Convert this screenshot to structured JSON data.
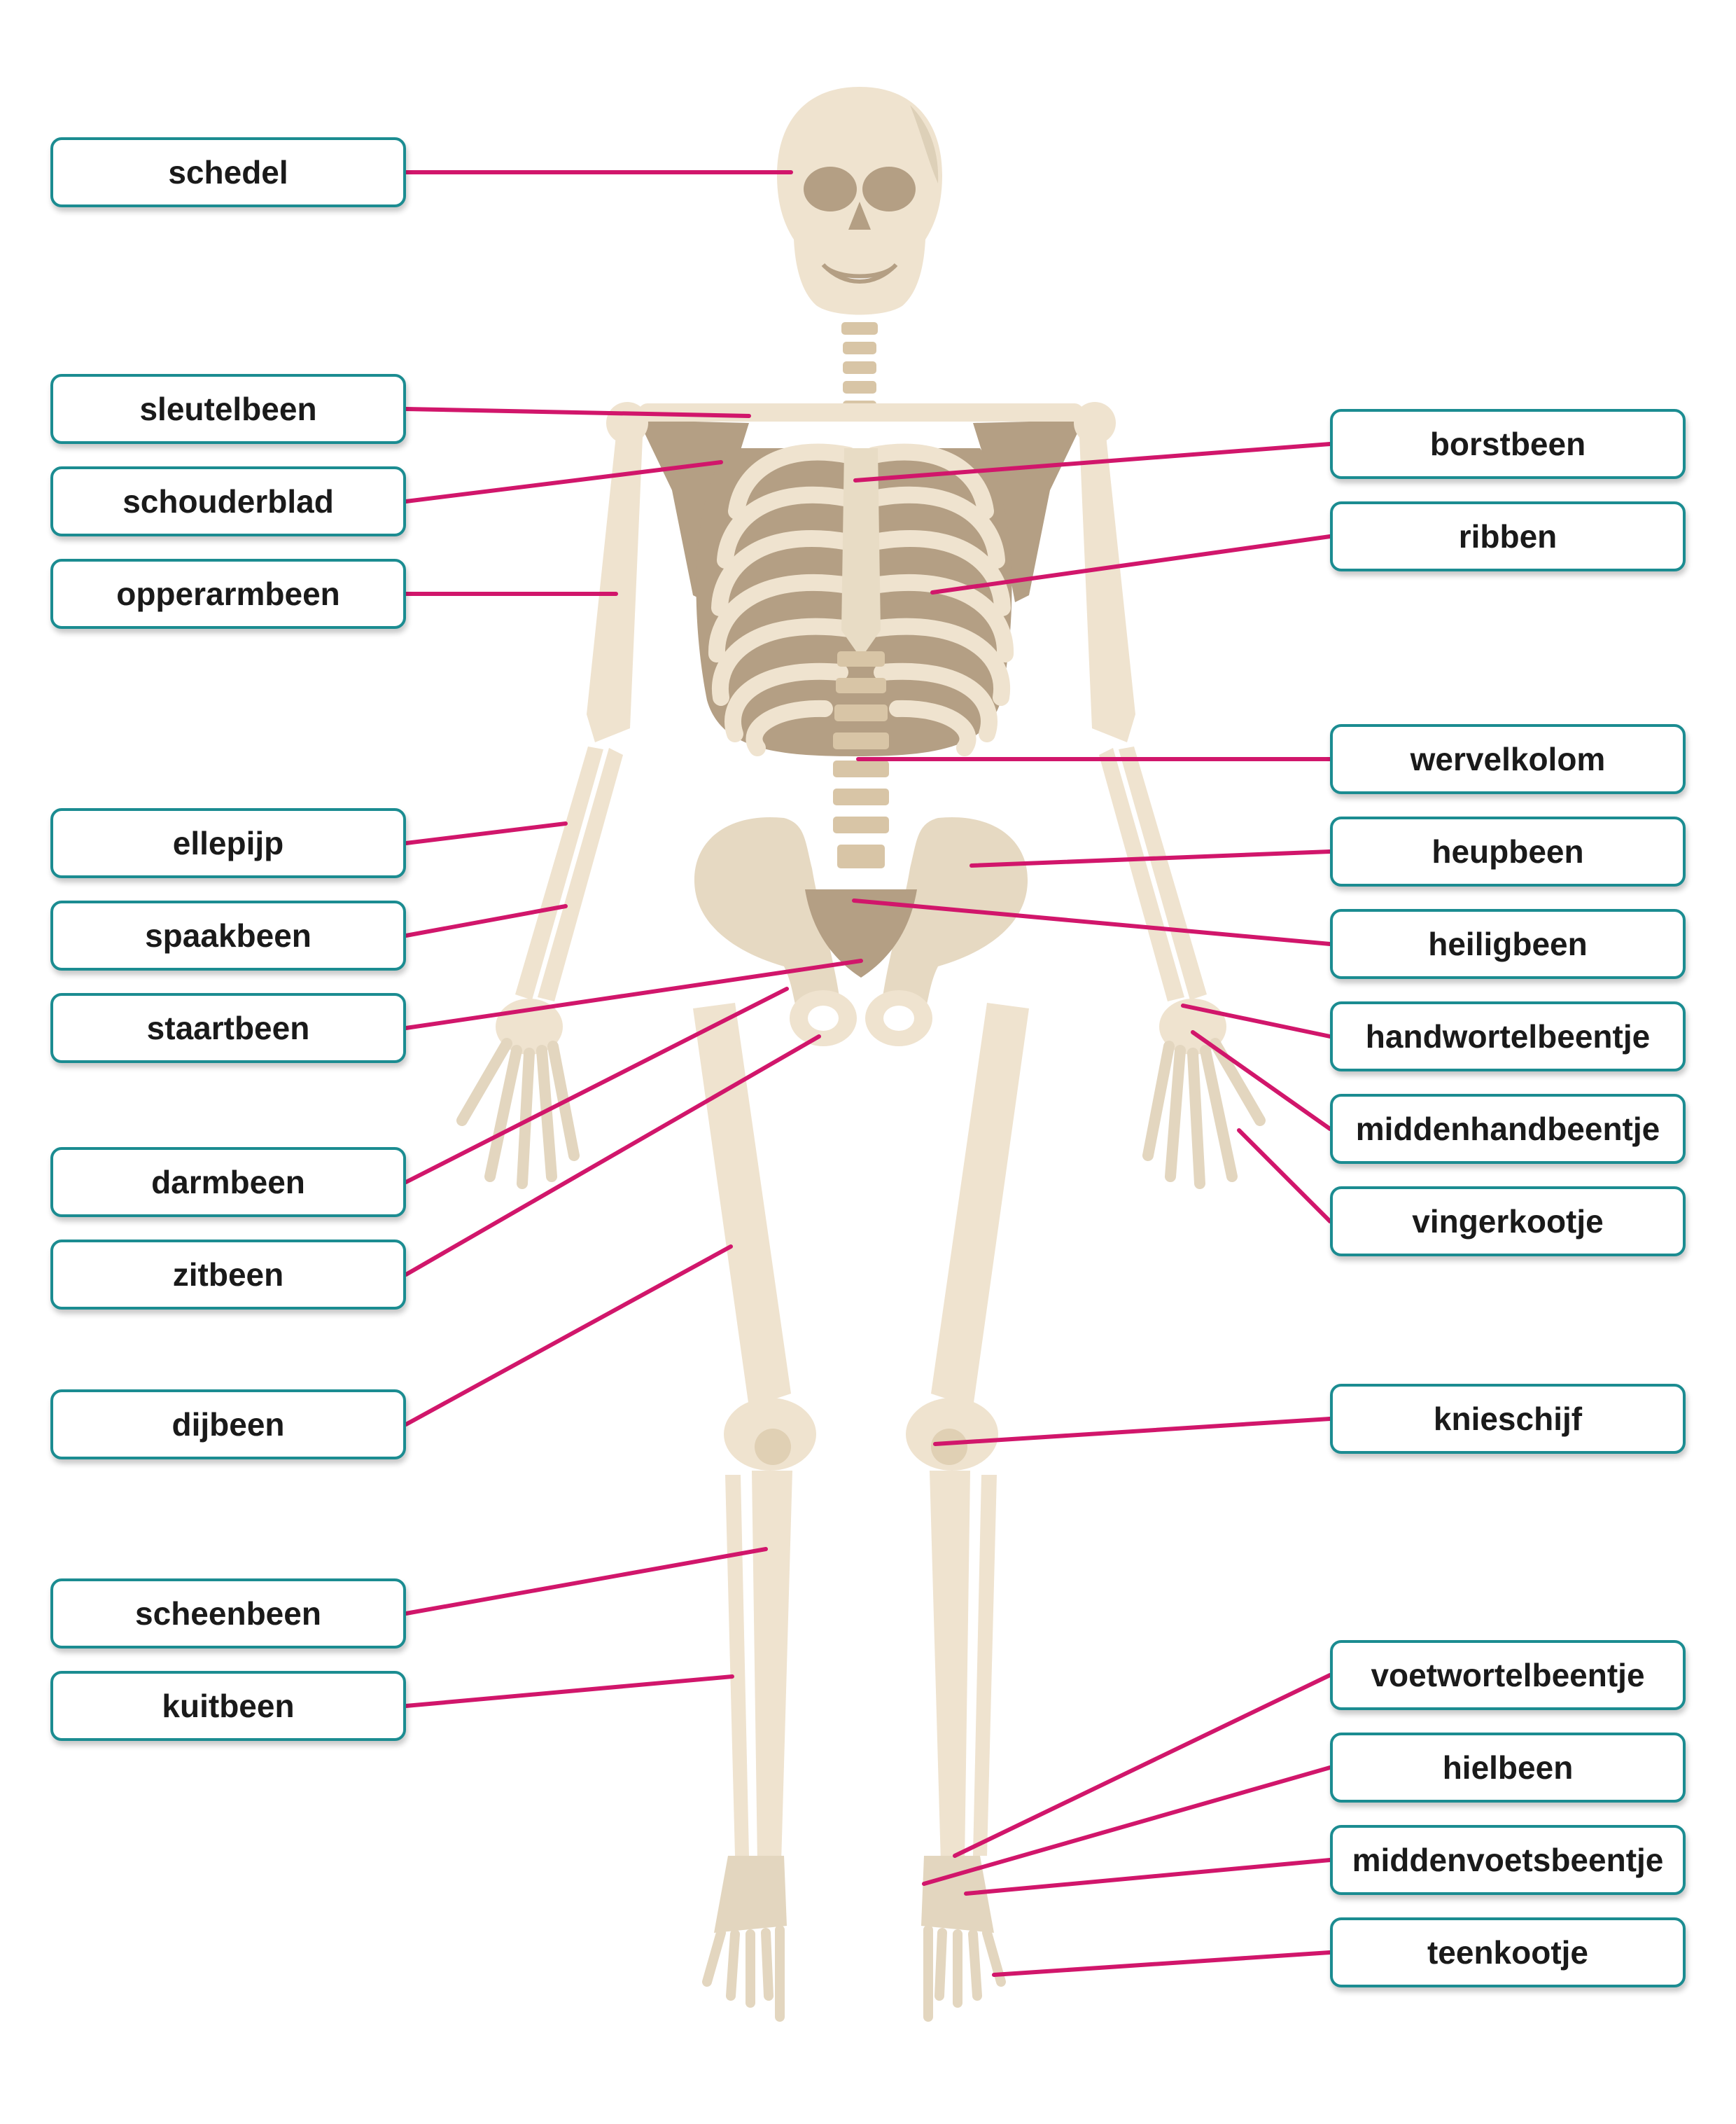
{
  "colors": {
    "bone": "#efe3cf",
    "bone_shade": "#d8c5a6",
    "bone_dark": "#b49f84",
    "leader_line": "#d1166b",
    "label_border": "#1b8c91"
  },
  "labels": {
    "schedel": "schedel",
    "sleutelbeen": "sleutelbeen",
    "schouderblad": "schouderblad",
    "opperarmbeen": "opperarmbeen",
    "ellepijp": "ellepijp",
    "spaakbeen": "spaakbeen",
    "staartbeen": "staartbeen",
    "darmbeen": "darmbeen",
    "zitbeen": "zitbeen",
    "dijbeen": "dijbeen",
    "scheenbeen": "scheenbeen",
    "kuitbeen": "kuitbeen",
    "borstbeen": "borstbeen",
    "ribben": "ribben",
    "wervelkolom": "wervelkolom",
    "heupbeen": "heupbeen",
    "heiligbeen": "heiligbeen",
    "handwortelbeentje": "handwortelbeentje",
    "middenhandbeentje": "middenhandbeentje",
    "vingerkootje": "vingerkootje",
    "knieschijf": "knieschijf",
    "voetwortelbeentje": "voetwortelbeentje",
    "hielbeen": "hielbeen",
    "middenvoetsbeentje": "middenvoetsbeentje",
    "teenkootje": "teenkootje"
  }
}
